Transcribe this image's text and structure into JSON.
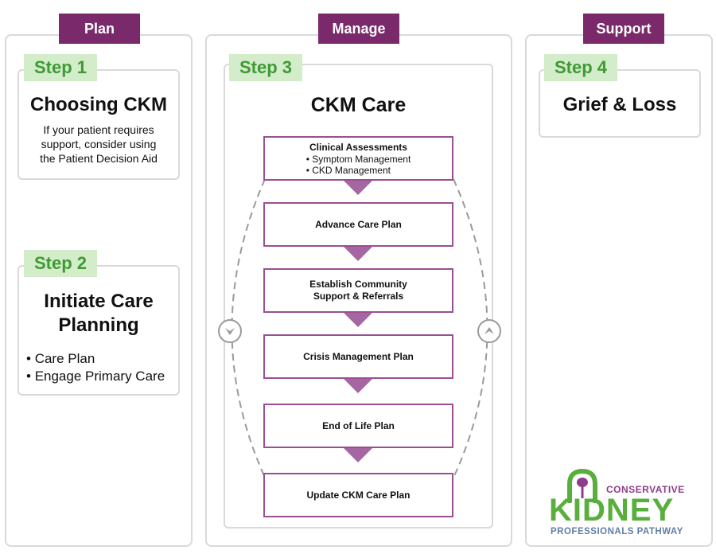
{
  "headers": {
    "plan": "Plan",
    "manage": "Manage",
    "support": "Support"
  },
  "step1": {
    "badge": "Step 1",
    "title": "Choosing CKM",
    "desc": "If your patient requires support, consider using the Patient Decision Aid"
  },
  "step2": {
    "badge": "Step 2",
    "title": "Initiate Care Planning",
    "bullets": [
      "Care Plan",
      "Engage Primary Care"
    ]
  },
  "step3": {
    "badge": "Step 3",
    "title": "CKM Care",
    "flow": [
      {
        "label": "Clinical Assessments",
        "items": [
          "Symptom Management",
          "CKD Management"
        ]
      },
      {
        "label": "Advance Care Plan"
      },
      {
        "label": "Establish Community Support & Referrals"
      },
      {
        "label": "Crisis Management Plan"
      },
      {
        "label": "End of Life Plan"
      },
      {
        "label": "Update CKM Care Plan"
      }
    ]
  },
  "step4": {
    "badge": "Step 4",
    "title": "Grief & Loss"
  },
  "logo": {
    "line1": "CONSERVATIVE",
    "word": "KIDNEY",
    "line3": "PROFESSIONALS PATHWAY"
  },
  "colors": {
    "header": "#7a2a6a",
    "step_bg": "#d3ecc9",
    "step_text": "#3f9a35",
    "flow_border": "#9a4f92",
    "arrow": "#a566a2",
    "logo_green": "#5aae3c",
    "logo_purple": "#8e3d8a"
  },
  "icons": {
    "cycle_down": "chevron-down-icon",
    "cycle_up": "chevron-up-icon"
  }
}
